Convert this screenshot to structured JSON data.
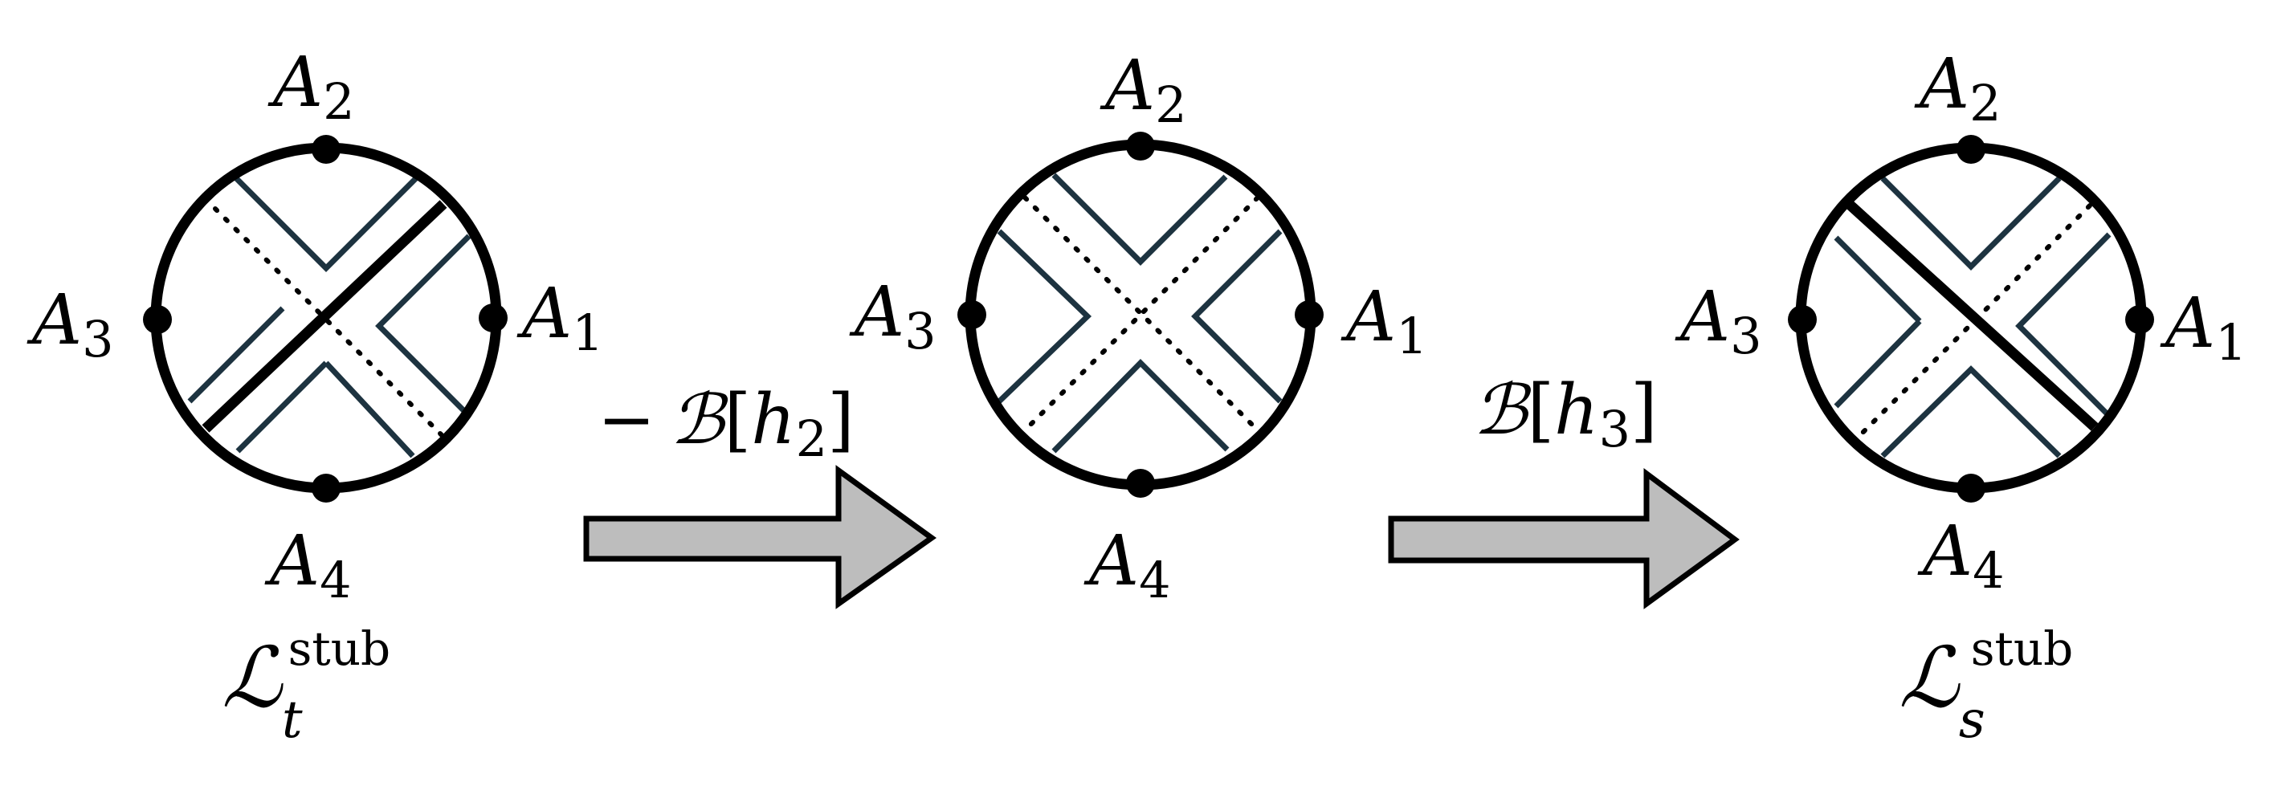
{
  "diagram": {
    "panels": [
      {
        "id": "left",
        "labels": {
          "top": "A",
          "top_sub": "2",
          "right": "A",
          "right_sub": "1",
          "left": "A",
          "left_sub": "3",
          "bottom": "A",
          "bottom_sub": "4"
        },
        "caption": {
          "base": "ℒ",
          "sub": "t",
          "sup": "stub"
        },
        "emphasis": "anti-diagonal"
      },
      {
        "id": "middle",
        "labels": {
          "top": "A",
          "top_sub": "2",
          "right": "A",
          "right_sub": "1",
          "left": "A",
          "left_sub": "3",
          "bottom": "A",
          "bottom_sub": "4"
        },
        "emphasis": "none"
      },
      {
        "id": "right",
        "labels": {
          "top": "A",
          "top_sub": "2",
          "right": "A",
          "right_sub": "1",
          "left": "A",
          "left_sub": "3",
          "bottom": "A",
          "bottom_sub": "4"
        },
        "caption": {
          "base": "ℒ",
          "sub": "s",
          "sup": "stub"
        },
        "emphasis": "main-diagonal"
      }
    ],
    "arrows": [
      {
        "sign": "−",
        "op": "ℬ",
        "open": "[",
        "arg": "h",
        "arg_sub": "2",
        "close": "]"
      },
      {
        "sign": "",
        "op": "ℬ",
        "open": "[",
        "arg": "h",
        "arg_sub": "3",
        "close": "]"
      }
    ],
    "colors": {
      "stroke": "#000000",
      "strip": "#1d3340",
      "arrow_fill": "#bdbdbd"
    }
  }
}
